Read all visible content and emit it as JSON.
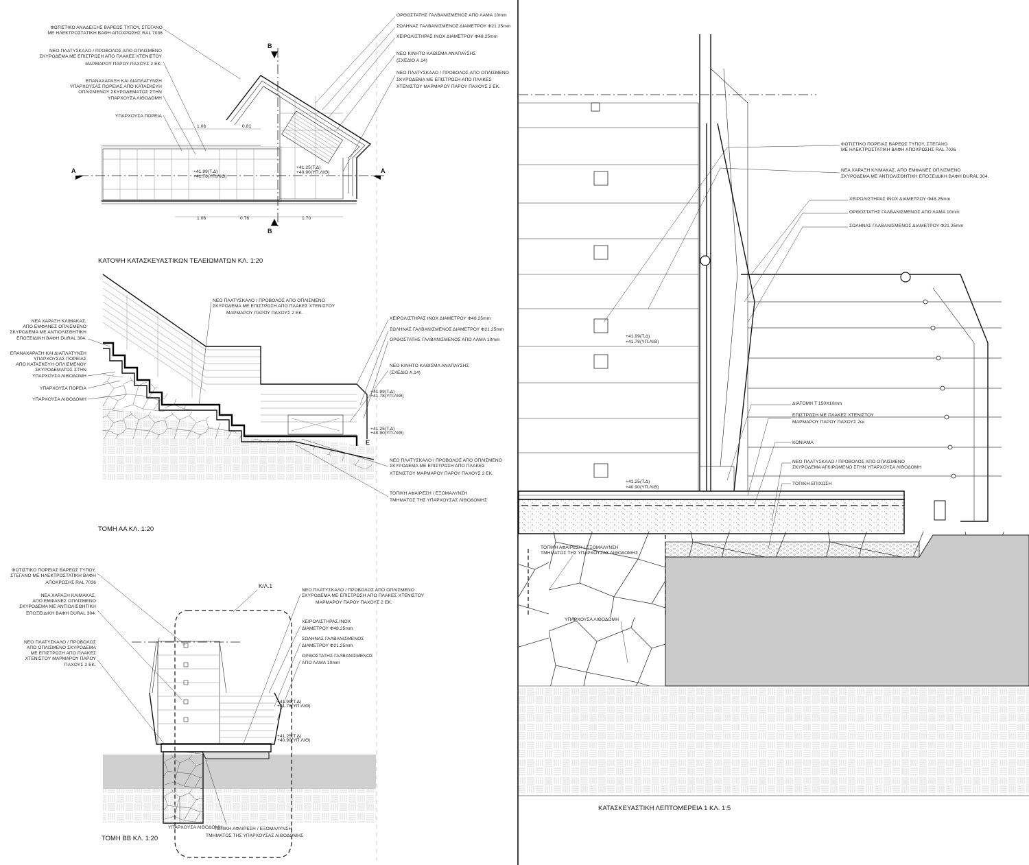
{
  "plan": {
    "title": "ΚΑΤΟΨΗ ΚΑΤΑΣΚΕΥΑΣΤΙΚΩΝ ΤΕΛΕΙΩΜΑΤΩΝ ΚΛ. 1:20",
    "labels_left": [
      "ΦΩΤΙΣΤΙΚΟ ΑΝΑΔΕΙΞΗΣ ΒΑΡΕΩΣ ΤΥΠΟΥ, ΣΤΕΓΑΝΟ",
      "ΜΕ ΗΛΕΚΤΡΟΣΤΑΤΙΚΗ ΒΑΦΗ ΑΠΟΧΡΩΣΗΣ RAL 7036",
      "ΝΕΟ ΠΛΑΤΥΣΚΑΛΟ / ΠΡΟΒΟΛΟΣ ΑΠΟ ΟΠΛΙΣΜΕΝΟ",
      "ΣΚΥΡΟΔΕΜΑ ΜΕ ΕΠΙΣΤΡΩΣΗ ΑΠΟ ΠΛΑΚΕΣ ΧΤΕΝΙΣΤΟΥ",
      "ΜΑΡΜΑΡΟΥ ΠΑΡΟΥ ΠΑΧΟΥΣ 2 ΕΚ.",
      "ΕΠΑΝΑΧΑΡΑΞΗ ΚΑΙ ΔΙΑΠΛΑΤΥΝΣΗ",
      "ΥΠΑΡΧΟΥΣΑΣ ΠΟΡΕΙΑΣ ΑΠΟ ΚΑΤΑΣΚΕΥΗ",
      "ΟΠΛΙΣΜΕΝΟΥ ΣΚΥΡΟΔΕΜΑΤΟΣ ΣΤΗΝ",
      "ΥΠΑΡΧΟΥΣΑ ΛΙΘΟΔΟΜΗ",
      "ΥΠΑΡΧΟΥΣΑ ΠΟΡΕΙΑ"
    ],
    "labels_right": [
      "ΟΡΘΟΣΤΑΤΗΣ ΓΑΛΒΑΝΙΣΜΕΝΟΣ ΑΠΟ ΛΑΜΑ 10mm",
      "ΣΩΛΗΝΑΣ ΓΑΛΒΑΝΙΣΜΕΝΟΣ ΔΙΑΜΕΤΡΟΥ Φ21.25mm",
      "ΧΕΙΡΟΛΙΣΤΗΡΑΣ ΙΝΟΧ ΔΙΑΜΕΤΡΟΥ Φ48.25mm",
      "ΝΕΟ ΚΙΝΗΤΟ ΚΑΘΙΣΜΑ ΑΝΑΠΑΥΣΗΣ",
      "(ΣΧΕΔΙΟ Α.14)",
      "ΝΕΟ ΠΛΑΤΥΣΚΑΛΟ / ΠΡΟΒΟΛΟΣ ΑΠΟ ΟΠΛΙΣΜΕΝΟ",
      "ΣΚΥΡΟΔΕΜΑ ΜΕ ΕΠΙΣΤΡΩΣΗ ΑΠΟ ΠΛΑΚΕΣ",
      "ΧΤΕΝΙΣΤΟΥ ΜΑΡΜΑΡΟΥ ΠΑΡΟΥ ΠΑΧΟΥΣ 2 ΕΚ."
    ],
    "section_marks": [
      "A",
      "A",
      "B",
      "B"
    ],
    "dims_top": [
      "1.06",
      "0.81"
    ],
    "dims_bottom": [
      "1.06",
      "0.76",
      "1.70"
    ],
    "levels": [
      "+41.99(Τ.Δ)",
      "+41.78(ΥΠ.ΛΙΘ)",
      "+41.25(Τ.Δ)",
      "+40.90(ΥΠ.ΛΙΘ)"
    ]
  },
  "section_aa": {
    "title": "ΤΟΜΗ ΑΑ ΚΛ. 1:20",
    "labels_left": [
      "ΝΕΑ ΧΑΡΑΞΗ ΚΛΙΜΑΚΑΣ,",
      "ΑΠΟ ΕΜΦΑΝΕΣ ΟΠΛΙΣΜΕΝΟ",
      "ΣΚΥΡΟΔΕΜΑ ΜΕ ΑΝΤΙΟΛΙΣΘΗΤΙΚΗ",
      "ΕΠΟΞΕΙΔΙΚΗ ΒΑΦΗ DURAL 304.",
      "ΕΠΑΝΑΧΑΡΑΞΗ ΚΑΙ ΔΙΑΠΛΑΤΥΝΣΗ",
      "ΥΠΑΡΧΟΥΣΑΣ ΠΟΡΕΙΑΣ",
      "ΑΠΟ ΚΑΤΑΣΚΕΥΗ ΟΠΛΙΣΜΕΝΟΥ",
      "ΣΚΥΡΟΔΕΜΑΤΟΣ ΣΤΗΝ",
      "ΥΠΑΡΧΟΥΣΑ ΛΙΘΟΔΟΜΗ",
      "ΥΠΑΡΧΟΥΣΑ ΠΟΡΕΙΑ",
      "ΥΠΑΡΧΟΥΣΑ ΛΙΘΟΔΟΜΗ"
    ],
    "labels_top": [
      "ΝΕΟ ΠΛΑΤΥΣΚΑΛΟ / ΠΡΟΒΟΛΟΣ ΑΠΟ ΟΠΛΙΣΜΕΝΟ",
      "ΣΚΥΡΟΔΕΜΑ ΜΕ ΕΠΙΣΤΡΩΣΗ ΑΠΟ ΠΛΑΚΕΣ ΧΤΕΝΙΣΤΟΥ",
      "ΜΑΡΜΑΡΟΥ ΠΑΡΟΥ ΠΑΧΟΥΣ 2 ΕΚ."
    ],
    "labels_right": [
      "ΧΕΙΡΟΛΙΣΤΗΡΑΣ ΙΝΟΧ ΔΙΑΜΕΤΡΟΥ Φ48.25mm",
      "ΣΩΛΗΝΑΣ ΓΑΛΒΑΝΙΣΜΕΝΟΣ ΔΙΑΜΕΤΡΟΥ Φ21.25mm",
      "ΟΡΘΟΣΤΑΤΗΣ ΓΑΛΒΑΝΙΣΜΕΝΟΣ ΑΠΟ ΛΑΜΑ 10mm",
      "ΝΕΟ ΚΙΝΗΤΟ ΚΑΘΙΣΜΑ ΑΝΑΠΑΥΣΗΣ",
      "(ΣΧΕΔΙΟ Α.14)"
    ],
    "labels_bottom": [
      "ΝΕΟ ΠΛΑΤΥΣΚΑΛΟ / ΠΡΟΒΟΛΟΣ ΑΠΟ ΟΠΛΙΣΜΕΝΟ",
      "ΣΚΥΡΟΔΕΜΑ ΜΕ ΕΠΙΣΤΡΩΣΗ ΑΠΟ ΠΛΑΚΕΣ",
      "ΧΤΕΝΙΣΤΟΥ ΜΑΡΜΑΡΟΥ ΠΑΡΟΥ ΠΑΧΟΥΣ 2 ΕΚ.",
      "ΤΟΠΙΚΗ ΑΦΑΙΡΕΣΗ / ΕΞΟΜΑΛΥΝΣΗ",
      "ΤΜΗΜΑΤΟΣ ΤΗΣ ΥΠΑΡΧΟΥΣΑΣ ΛΙΘΟΔΟΜΗΣ"
    ],
    "mark": "E"
  },
  "section_bb": {
    "title": "ΤΟΜΗ ΒΒ ΚΛ. 1:20",
    "callout": "Κ/Λ.1",
    "labels_left": [
      "ΦΩΤΙΣΤΙΚΟ ΠΟΡΕΙΑΣ ΒΑΡΕΩΣ ΤΥΠΟΥ,",
      "ΣΤΕΓΑΝΟ ΜΕ ΗΛΕΚΤΡΟΣΤΑΤΙΚΗ ΒΑΦΗ",
      "ΑΠΟΧΡΩΣΗΣ RAL 7036",
      "ΝΕΑ ΧΑΡΑΞΗ ΚΛΙΜΑΚΑΣ,",
      "ΑΠΟ ΕΜΦΑΝΕΣ ΟΠΛΙΣΜΕΝΟ",
      "ΣΚΥΡΟΔΕΜΑ ΜΕ ΑΝΤΙΟΛΙΣΘΗΤΙΚΗ",
      "ΕΠΟΞΕΙΔΙΚΗ ΒΑΦΗ DURAL 304.",
      "ΝΕΟ ΠΛΑΤΥΣΚΑΛΟ / ΠΡΟΒΟΛΟΣ",
      "ΑΠΟ ΟΠΛΙΣΜΕΝΟ ΣΚΥΡΟΔΕΜΑ",
      "ΜΕ ΕΠΙΣΤΡΩΣΗ ΑΠΟ ΠΛΑΚΕΣ",
      "ΧΤΕΝΙΣΤΟΥ ΜΑΡΜΑΡΟΥ ΠΑΡΟΥ",
      "ΠΑΧΟΥΣ 2 ΕΚ."
    ],
    "labels_right": [
      "ΝΕΟ ΠΛΑΤΥΣΚΑΛΟ / ΠΡΟΒΟΛΟΣ ΑΠΟ ΟΠΛΙΣΜΕΝΟ",
      "ΣΚΥΡΟΔΕΜΑ ΜΕ ΕΠΙΣΤΡΩΣΗ ΑΠΟ ΠΛΑΚΕΣ ΧΤΕΝΙΣΤΟΥ",
      "ΜΑΡΜΑΡΟΥ ΠΑΡΟΥ ΠΑΧΟΥΣ 2 ΕΚ.",
      "ΧΕΙΡΟΛΙΣΤΗΡΑΣ ΙΝΟΧ",
      "ΔΙΑΜΕΤΡΟΥ Φ48.25mm",
      "ΣΩΛΗΝΑΣ ΓΑΛΒΑΝΙΣΜΕΝΟΣ",
      "ΔΙΑΜΕΤΡΟΥ Φ21.25mm",
      "ΟΡΘΟΣΤΑΤΗΣ ΓΑΛΒΑΝΙΣΜΕΝΟΣ",
      "ΑΠΟ ΛΑΜΑ 10mm"
    ],
    "labels_bottom": [
      "ΥΠΑΡΧΟΥΣΑ ΛΙΘΟΔΟΜΗ",
      "ΤΟΠΙΚΗ ΑΦΑΙΡΕΣΗ / ΕΞΟΜΑΛΥΝΣΗ",
      "ΤΜΗΜΑΤΟΣ ΤΗΣ ΥΠΑΡΧΟΥΣΑΣ ΛΙΘΟΔΟΜΗΣ"
    ]
  },
  "detail": {
    "title": "ΚΑΤΑΣΚΕΥΑΣΤΙΚΗ ΛΕΠΤΟΜΕΡΕΙΑ 1 ΚΛ. 1:5",
    "labels": [
      "ΦΩΤΙΣΤΙΚΟ ΠΟΡΕΙΑΣ ΒΑΡΕΩΣ ΤΥΠΟΥ, ΣΤΕΓΑΝΟ",
      "ΜΕ ΗΛΕΚΤΡΟΣΤΑΤΙΚΗ ΒΑΦΗ ΑΠΟΧΡΩΣΗΣ RAL 7036",
      "ΝΕΑ ΧΑΡΑΞΗ ΚΛΙΜΑΚΑΣ, ΑΠΟ ΕΜΦΑΝΕΣ ΟΠΛΙΣΜΕΝΟ",
      "ΣΚΥΡΟΔΕΜΑ ΜΕ ΑΝΤΙΟΛΙΣΘΗΤΙΚΗ ΕΠΟΞΕΙΔΙΚΗ ΒΑΦΗ DURAL 304.",
      "ΧΕΙΡΟΛΙΣΤΗΡΑΣ ΙΝΟΧ ΔΙΑΜΕΤΡΟΥ Φ48.25mm",
      "ΟΡΘΟΣΤΑΤΗΣ ΓΑΛΒΑΝΙΣΜΕΝΟΣ ΑΠΟ ΛΑΜΑ 10mm",
      "ΣΩΛΗΝΑΣ ΓΑΛΒΑΝΙΣΜΕΝΟΣ ΔΙΑΜΕΤΡΟΥ Φ21.25mm",
      "ΔΙΑΤΟΜΗ Τ 150Χ10mm",
      "ΕΠΙΣΤΡΩΣΗ ΜΕ ΠΛΑΚΕΣ ΧΤΕΝΙΣΤΟΥ",
      "ΜΑΡΜΑΡΟΥ ΠΑΡΟΥ ΠΑΧΟΥΣ 2εκ",
      "ΚΟΝΙΑΜΑ",
      "ΝΕΟ ΠΛΑΤΥΣΚΑΛΟ / ΠΡΟΒΟΛΟΣ ΑΠΟ ΟΠΛΙΣΜΕΝΟ",
      "ΣΚΥΡΟΔΕΜΑ ΑΓΚΙΡΩΜΕΝΟ ΣΤΗΝ ΥΠΑΡΧΟΥΣΑ ΛΙΘΟΔΟΜΗ",
      "ΤΟΠΙΚΗ ΕΠΙΧΩΣΗ",
      "ΤΟΠΙΚΗ ΑΦΑΙΡΕΣΗ / ΕΞΟΜΑΛΥΝΣΗ",
      "ΤΜΗΜΑΤΟΣ ΤΗΣ ΥΠΑΡΧΟΥΣΑΣ ΛΙΘΟΔΟΜΗΣ",
      "ΥΠΑΡΧΟΥΣΑ ΛΙΘΟΔΟΜΗ"
    ],
    "levels": [
      "+41.99(Τ.Δ)",
      "+41.78(ΥΠ.ΛΙΘ)",
      "+41.25(Τ.Δ)",
      "+40.90(ΥΠ.ΛΙΘ)"
    ]
  }
}
